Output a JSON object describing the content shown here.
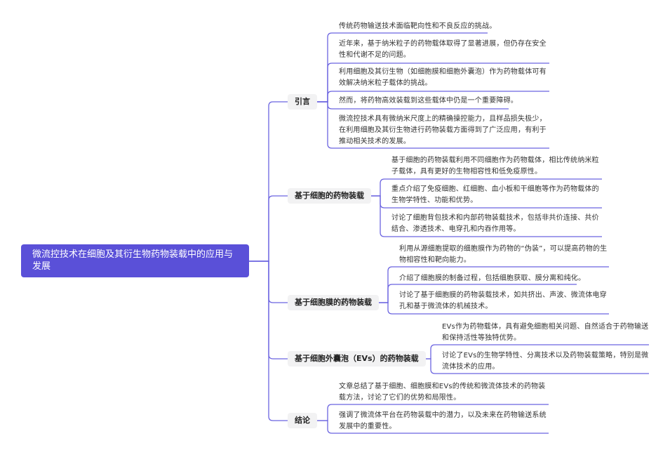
{
  "root": {
    "title": "微流控技术在细胞及其衍生物药物装载中的应用与发展"
  },
  "branches": [
    {
      "label": "引言",
      "leaves": [
        "传统药物输送技术面临靶向性和不良反应的挑战。",
        "近年来，基于纳米粒子的药物载体取得了显著进展，但仍存在安全性和代谢不足的问题。",
        "利用细胞及其衍生物（如细胞膜和细胞外囊泡）作为药物载体可有效解决纳米粒子载体的挑战。",
        "然而，将药物高效装载到这些载体中仍是一个重要障碍。",
        "微流控技术具有微纳米尺度上的精确操控能力，且样品损失极少，在利用细胞及其衍生物进行药物装载方面得到了广泛应用，有利于推动相关技术的发展。"
      ]
    },
    {
      "label": "基于细胞的药物装载",
      "leaves": [
        "基于细胞的药物装载利用不同细胞作为药物载体，相比传统纳米粒子载体，具有更好的生物相容性和低免疫原性。",
        "重点介绍了免疫细胞、红细胞、血小板和干细胞等作为药物载体的生物学特性、功能和优势。",
        "讨论了细胞背包技术和内部药物装载技术，包括非共价连接、共价结合、渗透技术、电穿孔和内吞作用等。"
      ]
    },
    {
      "label": "基于细胞膜的药物装载",
      "leaves": [
        "利用从源细胞提取的细胞膜作为药物的“伪装”，可以提高药物的生物相容性和靶向能力。",
        "介绍了细胞膜的制备过程，包括细胞获取、膜分离和纯化。",
        "讨论了基于细胞膜的药物装载技术，如共挤出、声波、微流体电穿孔和基于微流体的机械技术。"
      ]
    },
    {
      "label": "基于细胞外囊泡（EVs）的药物装载",
      "leaves": [
        "EVs作为药物载体，具有避免细胞相关问题、自然适合于药物输送和保持活性等独特优势。",
        "讨论了EVs的生物学特性、分离技术以及药物装载策略，特别是微流体技术的应用。"
      ]
    },
    {
      "label": "结论",
      "leaves": [
        "文章总结了基于细胞、细胞膜和EVs的传统和微流体技术的药物装载方法，讨论了它们的优势和局限性。",
        "强调了微流体平台在药物装载中的潜力，以及未来在药物输送系统发展中的重要性。"
      ]
    }
  ],
  "colors": {
    "accent": "#5a50d8",
    "line": "#6b63e0",
    "branch_bg": "#f2f2f3"
  }
}
